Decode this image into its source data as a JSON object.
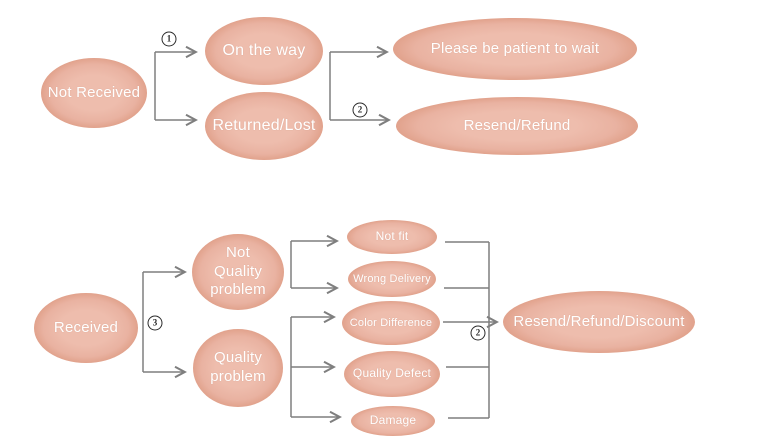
{
  "diagram": {
    "title_hint": "after-sale dispute resolution flowchart",
    "colors": {
      "background": "#ffffff",
      "node_fill": "#eab4a3",
      "node_fill_edge": "#e1a28c",
      "node_text": "#ffffff",
      "connector_line": "#7f7f7f",
      "step_marker": "#2b2b2b"
    },
    "steps": {
      "one": "1",
      "two": "2",
      "three": "3"
    },
    "nodes": {
      "not_received": {
        "label": "Not Received"
      },
      "on_the_way": {
        "label": "On the way"
      },
      "returned_lost": {
        "label": "Returned/Lost"
      },
      "please_wait": {
        "label": "Please be patient to wait"
      },
      "resend_refund": {
        "label": "Resend/Refund"
      },
      "received": {
        "label": "Received"
      },
      "not_quality_problem": {
        "line1": "Not",
        "line2": "Quality",
        "line3": "problem"
      },
      "quality_problem": {
        "line1": "Quality",
        "line2": "problem"
      },
      "not_fit": {
        "label": "Not fit"
      },
      "wrong_delivery": {
        "label": "Wrong Delivery"
      },
      "color_difference": {
        "label": "Color Difference"
      },
      "quality_defect": {
        "label": "Quality Defect"
      },
      "damage": {
        "label": "Damage"
      },
      "resend_refund_discount": {
        "label": "Resend/Refund/Discount"
      }
    }
  }
}
